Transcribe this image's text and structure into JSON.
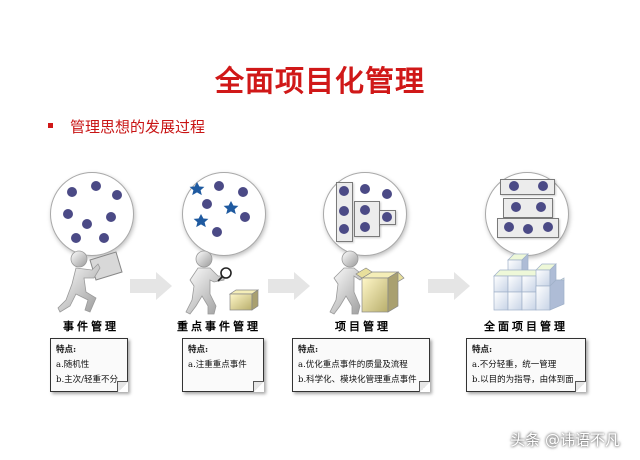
{
  "title": "全面项目化管理",
  "subtitle": "管理思想的发展过程",
  "stages": [
    {
      "name": "事件管理",
      "note_head": "特点:",
      "note_lines": [
        "a.随机性",
        "b.主次/轻重不分"
      ]
    },
    {
      "name": "重点事件管理",
      "note_head": "特点:",
      "note_lines": [
        "a.注重重点事件"
      ]
    },
    {
      "name": "项目管理",
      "note_head": "特点:",
      "note_lines": [
        "a.优化重点事件的质量及流程",
        "b.科学化、模块化管理重点事件"
      ]
    },
    {
      "name": "全面项目管理",
      "note_head": "特点:",
      "note_lines": [
        "a.不分轻重，统一管理",
        "b.以目的为指导，由体到面"
      ]
    }
  ],
  "watermark": "头条 @讳语不凡",
  "colors": {
    "title": "#d01818",
    "dot": "#4b4a86",
    "star": "#1f5aa0",
    "arrow": "#e5e5e5"
  },
  "icons": [
    "person-icon",
    "magnifier-icon",
    "box-icon",
    "cubes-icon",
    "arrow-icon",
    "star-icon"
  ]
}
